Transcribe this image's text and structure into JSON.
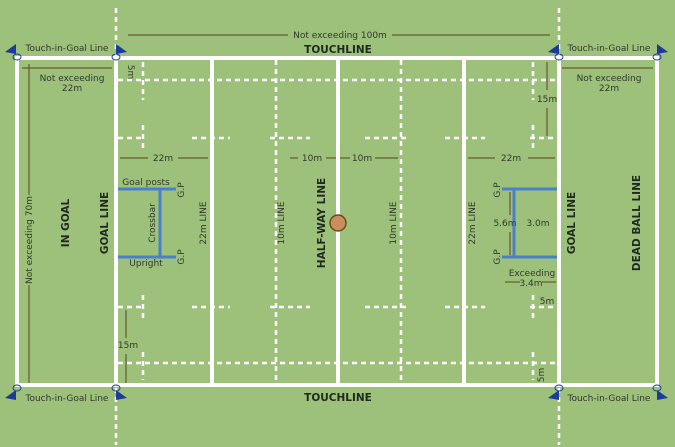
{
  "colors": {
    "grass": "#9dc07b",
    "line": "#ffffff",
    "arrow": "#6b5a2e",
    "goal_post": "#4a7fd0",
    "flag": "#1c3a9a",
    "ball": "#c98e5d"
  },
  "labels": {
    "length": "Not exceeding 100m",
    "touchline_top": "TOUCHLINE",
    "touchline_bottom": "TOUCHLINE",
    "touch_in_goal": "Touch-in-Goal Line",
    "in_goal_depth_1": "Not exceeding",
    "in_goal_depth_2": "22m",
    "width": "Not exceeding 70m",
    "in_goal": "IN GOAL",
    "goal_line": "GOAL LINE",
    "line_22": "22m LINE",
    "line_10": "10m LINE",
    "halfway": "HALF-WAY LINE",
    "dead_ball": "DEAD BALL LINE",
    "d22": "22m",
    "d10": "10m",
    "d15": "15m",
    "d5": "5m",
    "goal_posts": "Goal posts",
    "crossbar": "Crossbar",
    "upright": "Upright",
    "gp": "G.P",
    "post_gap": "5.6m",
    "crossbar_height": "3.0m",
    "exceeding": "Exceeding",
    "post_height": "3.4m"
  },
  "icons": [
    "corner-flag-icon",
    "ball-icon"
  ]
}
